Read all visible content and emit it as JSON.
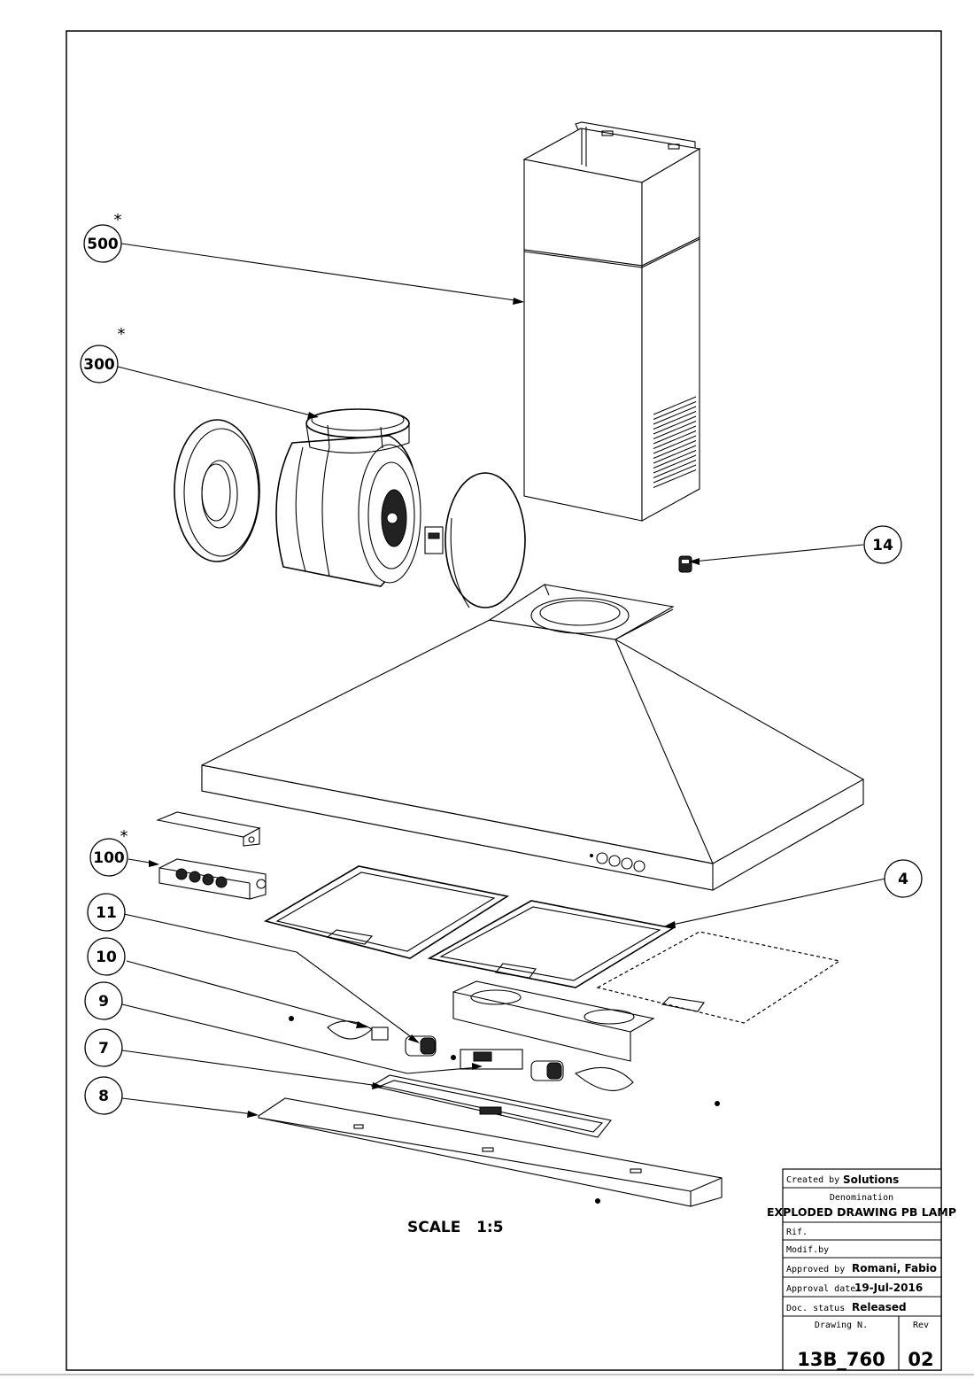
{
  "callouts": [
    {
      "id": "c500",
      "number": "500",
      "starred": true
    },
    {
      "id": "c300",
      "number": "300",
      "starred": true
    },
    {
      "id": "c14",
      "number": "14",
      "starred": false
    },
    {
      "id": "c100",
      "number": "100",
      "starred": true
    },
    {
      "id": "c4",
      "number": "4",
      "starred": false
    },
    {
      "id": "c11",
      "number": "11",
      "starred": false
    },
    {
      "id": "c10",
      "number": "10",
      "starred": false
    },
    {
      "id": "c9",
      "number": "9",
      "starred": false
    },
    {
      "id": "c7",
      "number": "7",
      "starred": false
    },
    {
      "id": "c8",
      "number": "8",
      "starred": false
    }
  ],
  "star_symbol": "*",
  "scale_label": "SCALE   1:5",
  "title_block": {
    "created_by_label": "Created by",
    "created_by_value": "Solutions",
    "denomination_label": "Denomination",
    "denomination_value": "EXPLODED DRAWING PB LAMP",
    "rif_label": "Rif.",
    "modif_label": "Modif.by",
    "approved_by_label": "Approved by",
    "approved_by_value": "Romani, Fabio",
    "approval_date_label": "Approval date",
    "approval_date_value": "19-Jul-2016",
    "doc_status_label": "Doc. status",
    "doc_status_value": "Released",
    "drawing_n_label": "Drawing N.",
    "drawing_n_value": "13B_760",
    "rev_label": "Rev",
    "rev_value": "02"
  }
}
